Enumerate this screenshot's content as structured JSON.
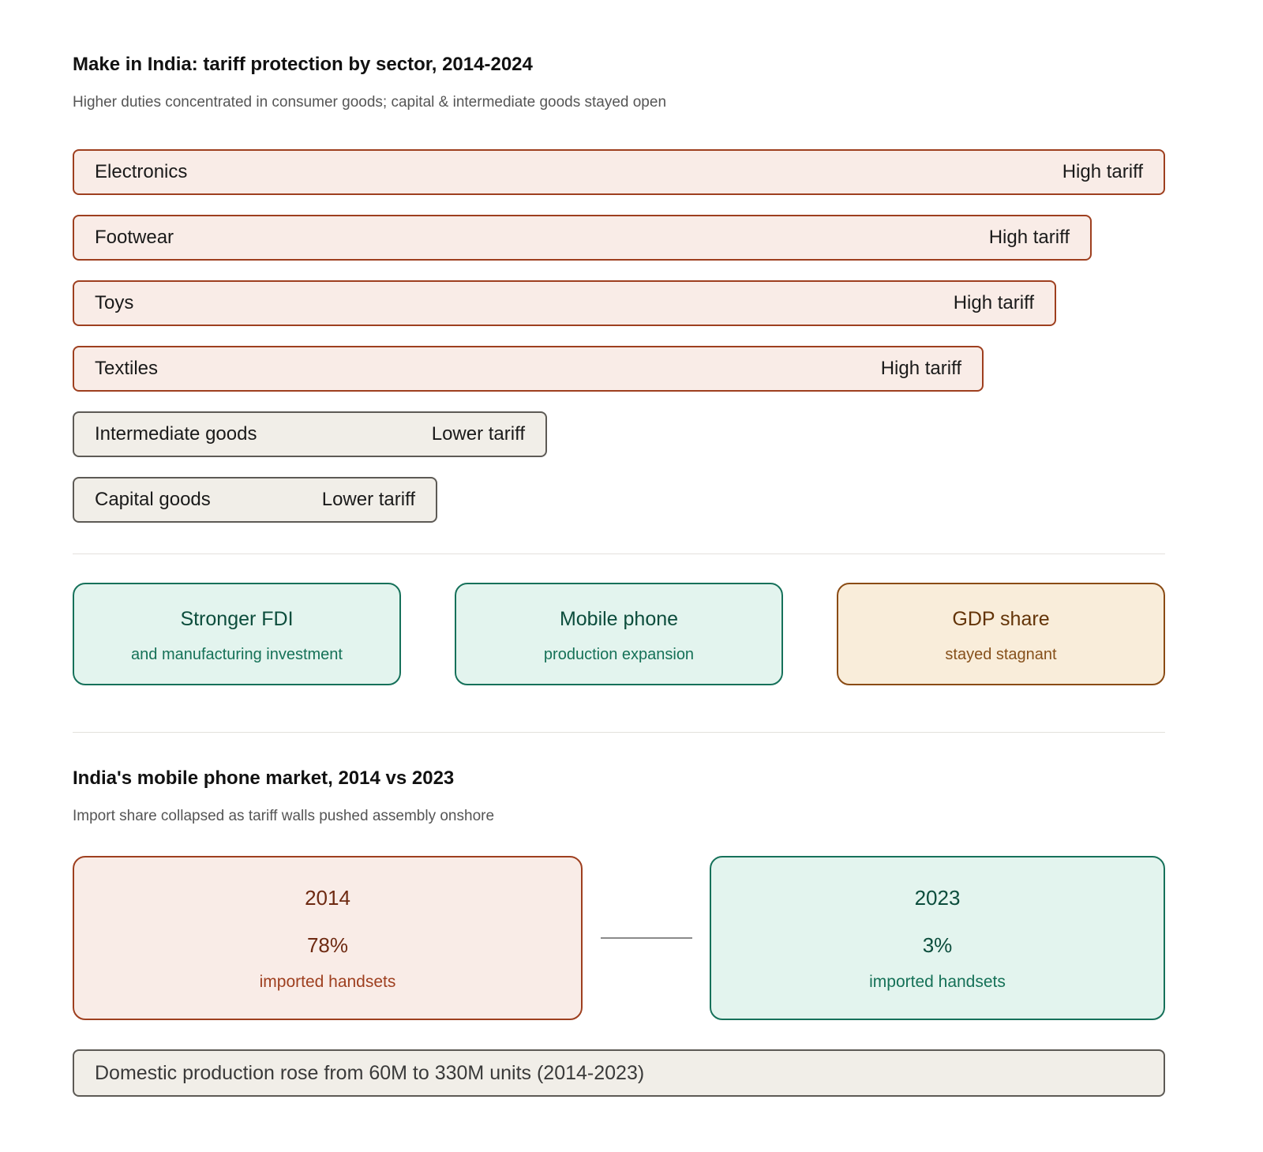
{
  "section1": {
    "title": "Make in India: tariff protection by sector, 2014-2024",
    "subtitle": "Higher duties concentrated in consumer goods; capital & intermediate goods stayed open"
  },
  "sectors": [
    {
      "name": "Electronics",
      "tariff": "High tariff",
      "level": "high",
      "relative_length": 1.0
    },
    {
      "name": "Footwear",
      "tariff": "High tariff",
      "level": "high",
      "relative_length": 0.933
    },
    {
      "name": "Toys",
      "tariff": "High tariff",
      "level": "high",
      "relative_length": 0.9
    },
    {
      "name": "Textiles",
      "tariff": "High tariff",
      "level": "high",
      "relative_length": 0.834
    },
    {
      "name": "Intermediate goods",
      "tariff": "Lower tariff",
      "level": "low",
      "relative_length": 0.434
    },
    {
      "name": "Capital goods",
      "tariff": "Lower tariff",
      "level": "low",
      "relative_length": 0.334
    }
  ],
  "outcomes": [
    {
      "title": "Stronger FDI",
      "subtitle": "and manufacturing investment",
      "tone": "positive"
    },
    {
      "title": "Mobile phone",
      "subtitle": "production expansion",
      "tone": "positive"
    },
    {
      "title": "GDP share",
      "subtitle": "stayed stagnant",
      "tone": "neutral"
    }
  ],
  "section2": {
    "title": "India's mobile phone market, 2014 vs 2023",
    "subtitle": "Import share collapsed as tariff walls pushed assembly onshore"
  },
  "comparison": {
    "before": {
      "year": "2014",
      "value": "78%",
      "caption": "imported handsets"
    },
    "after": {
      "year": "2023",
      "value": "3%",
      "caption": "imported handsets"
    }
  },
  "footer": {
    "text": "Domestic production rose from 60M to 330M units (2014-2023)"
  },
  "colors": {
    "high_tariff_fill": "#f9ece7",
    "high_tariff_border": "#9e3f1f",
    "low_tariff_fill": "#f1eee8",
    "low_tariff_border": "#5d5a55",
    "positive_fill": "#e3f4ee",
    "positive_border": "#16715a",
    "neutral_fill": "#f9edda",
    "neutral_border": "#8a4b14"
  }
}
